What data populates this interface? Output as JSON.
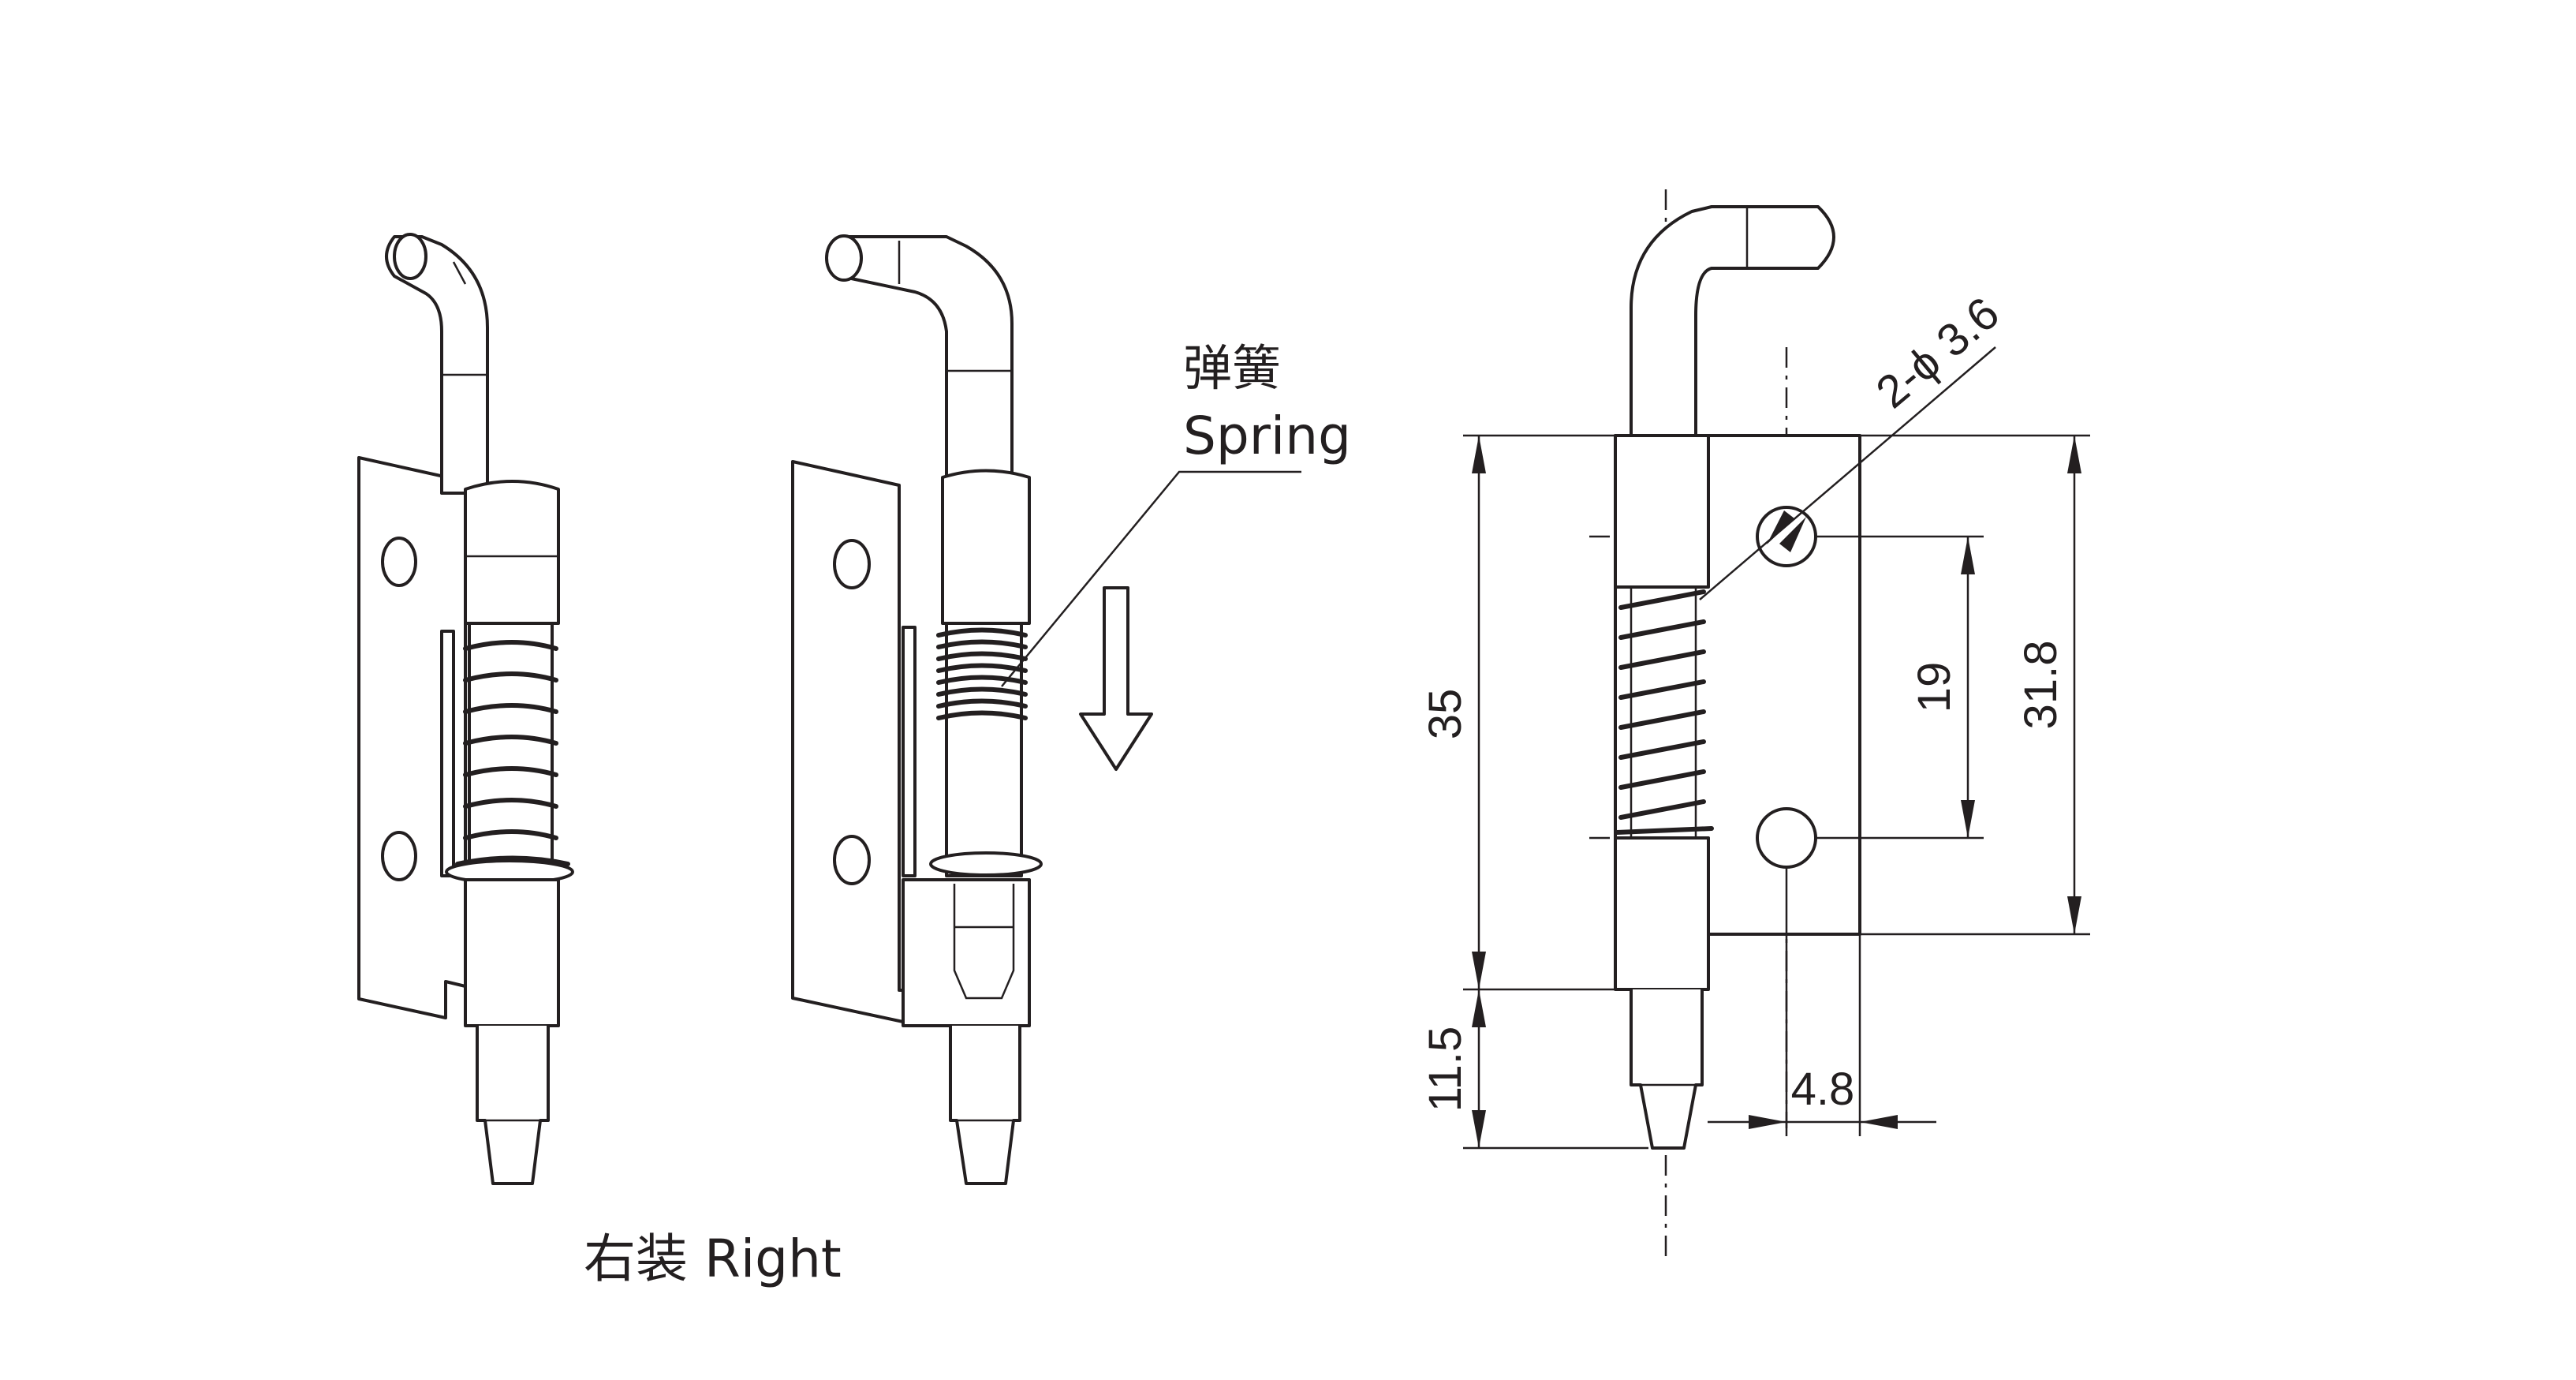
{
  "callout": {
    "label_cn": "弹簧",
    "label_en": "Spring"
  },
  "caption": "右装 Right",
  "dimensions": {
    "holes": "2-ϕ 3.6",
    "overall_height": "35",
    "pin_length": "11.5",
    "hole_pitch": "19",
    "leaf_height": "31.8",
    "hole_offset": "4.8"
  },
  "colors": {
    "line": "#231f20",
    "background": "#ffffff"
  }
}
